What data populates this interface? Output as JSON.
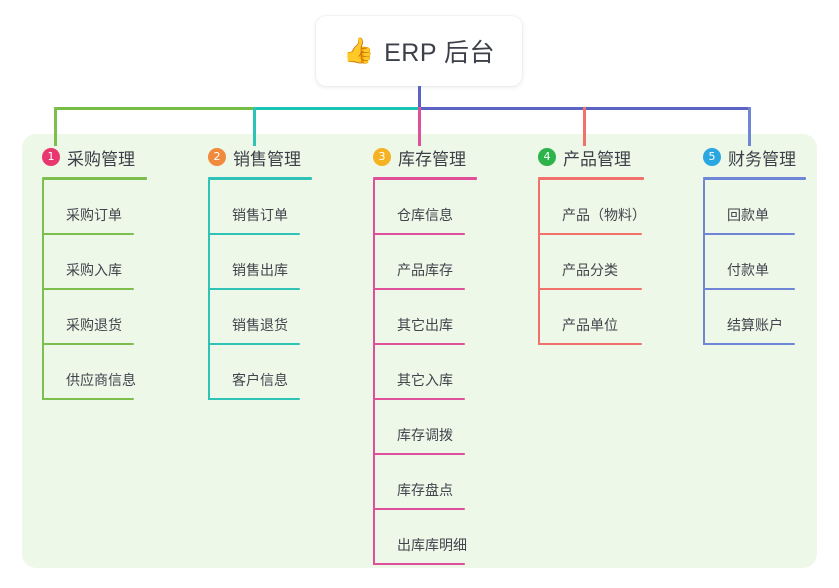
{
  "root": {
    "icon": "thumbs-up-icon",
    "icon_glyph": "👍",
    "title": "ERP 后台"
  },
  "theme": {
    "panel_bg": "#eef8e8",
    "card_bg": "#ffffff",
    "text": "#3c4048",
    "trunk": "#5b63c4"
  },
  "connector": {
    "segments": [
      {
        "name": "bus-left-green",
        "color": "#76bc45"
      },
      {
        "name": "bus-mid-teal",
        "color": "#17c3b2"
      },
      {
        "name": "bus-right-blue",
        "color": "#5b63c4"
      }
    ]
  },
  "columns": [
    {
      "number": "1",
      "title": "采购管理",
      "badge_color": "#e8376f",
      "line_color": "#7cbf4f",
      "items": [
        "采购订单",
        "采购入库",
        "采购退货",
        "供应商信息"
      ]
    },
    {
      "number": "2",
      "title": "销售管理",
      "badge_color": "#f08a3c",
      "line_color": "#2fc2b6",
      "items": [
        "销售订单",
        "销售出库",
        "销售退货",
        "客户信息"
      ]
    },
    {
      "number": "3",
      "title": "库存管理",
      "badge_color": "#f5b324",
      "line_color": "#e0509a",
      "items": [
        "仓库信息",
        "产品库存",
        "其它出库",
        "其它入库",
        "库存调拨",
        "库存盘点",
        "出库库明细"
      ]
    },
    {
      "number": "4",
      "title": "产品管理",
      "badge_color": "#2cb34a",
      "line_color": "#f1726b",
      "items": [
        "产品（物料）",
        "产品分类",
        "产品单位"
      ]
    },
    {
      "number": "5",
      "title": "财务管理",
      "badge_color": "#2aa7e0",
      "line_color": "#6f86d6",
      "items": [
        "回款单",
        "付款单",
        "结算账户"
      ]
    }
  ]
}
